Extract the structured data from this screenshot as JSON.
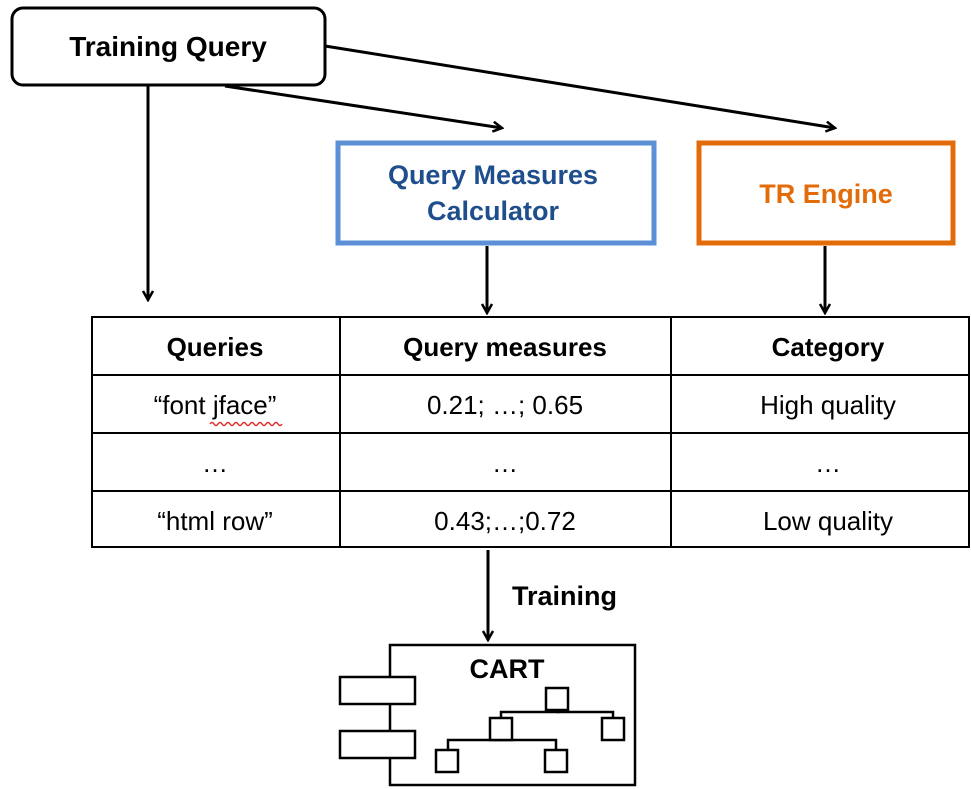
{
  "nodes": {
    "training_query": "Training Query",
    "query_measures_calculator": [
      "Query Measures",
      "Calculator"
    ],
    "tr_engine": "TR Engine",
    "cart": "CART"
  },
  "edge_labels": {
    "training": "Training"
  },
  "table": {
    "headers": [
      "Queries",
      "Query measures",
      "Category"
    ],
    "rows": [
      [
        "“font jface”",
        "0.21; …; 0.65",
        "High quality"
      ],
      [
        "…",
        "…",
        "…"
      ],
      [
        "“html row”",
        "0.43;…;0.72",
        "Low quality"
      ]
    ]
  },
  "colors": {
    "calculator_border": "#5b8fd6",
    "calculator_text": "#1f4e8c",
    "engine_border": "#e36c0a",
    "engine_text": "#e36c0a",
    "spellcheck_underline": "#e03030"
  }
}
